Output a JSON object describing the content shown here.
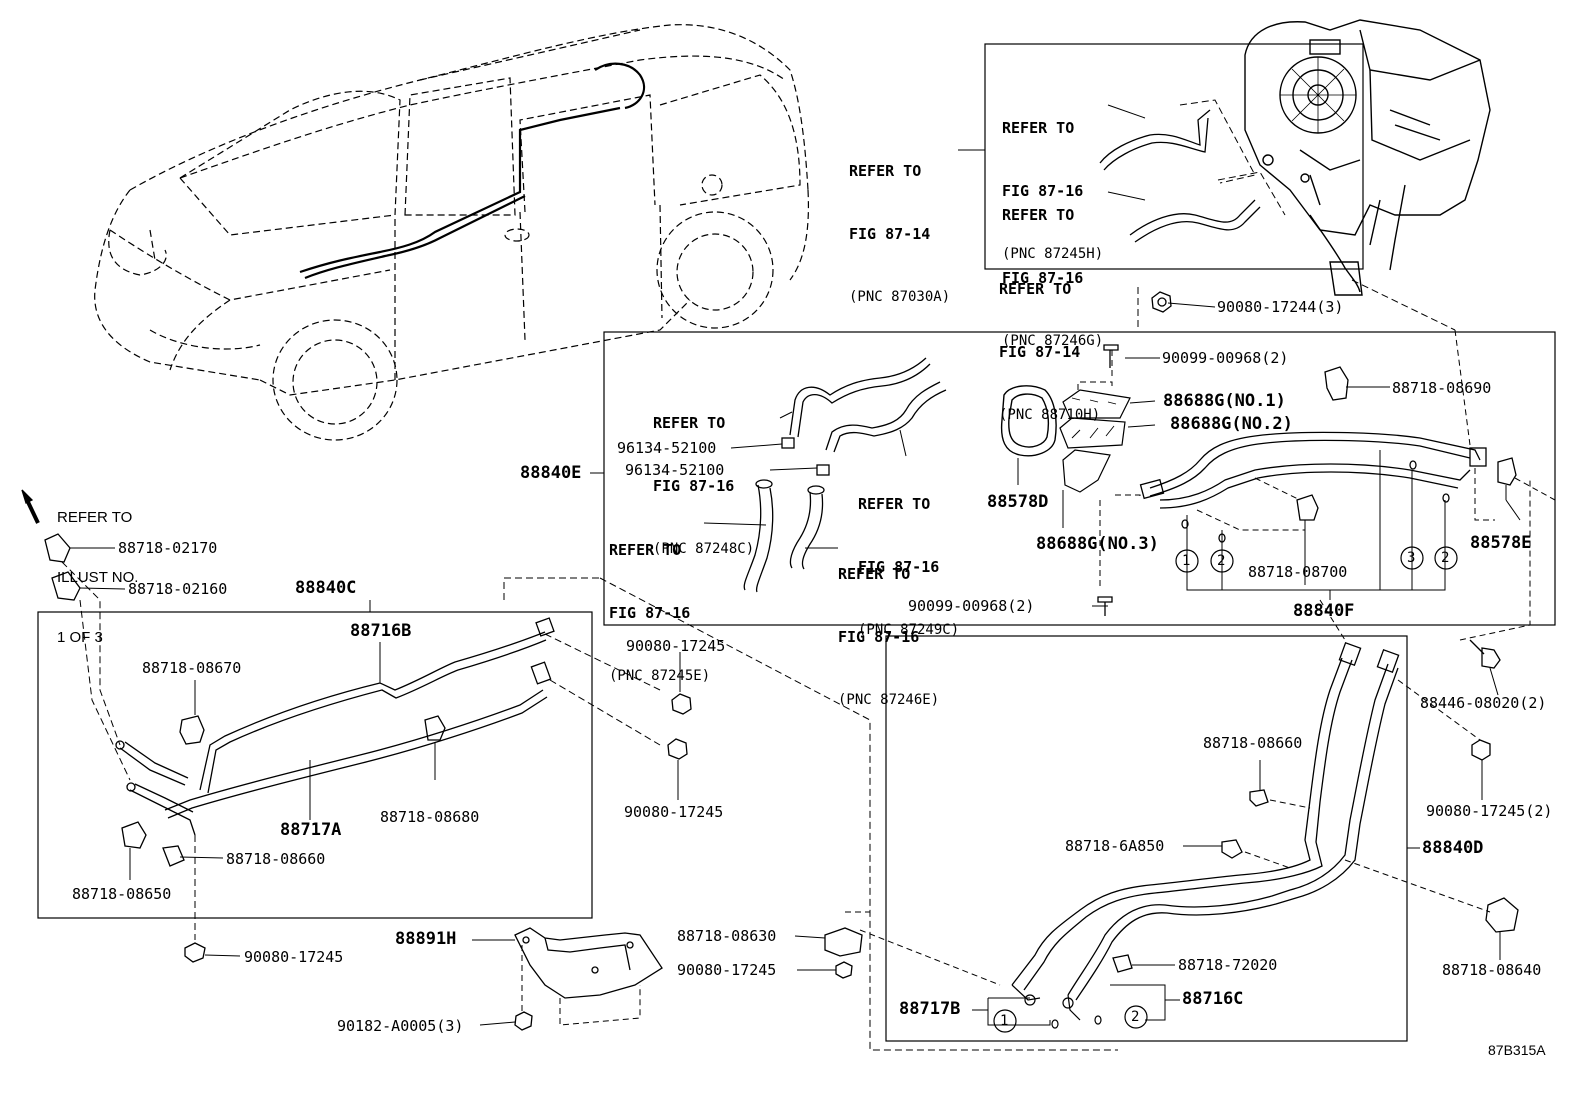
{
  "illustration_id": "87B315A",
  "refer_illust": [
    "REFER TO",
    "ILLUST NO.",
    "1 OF 3"
  ],
  "refs": {
    "r87030A": [
      "REFER TO",
      "FIG 87-14",
      "(PNC 87030A)"
    ],
    "r87245H": [
      "REFER TO",
      "FIG 87-16",
      "(PNC 87245H)"
    ],
    "r87246G": [
      "REFER TO",
      "FIG 87-16",
      "(PNC 87246G)"
    ],
    "r88710H": [
      "REFER TO",
      "FIG 87-14",
      "(PNC 88710H)"
    ],
    "r87248C": [
      "REFER TO",
      "FIG 87-16",
      "(PNC 87248C)"
    ],
    "r87249C": [
      "REFER TO",
      "FIG 87-16",
      "(PNC 87249C)"
    ],
    "r87245E": [
      "REFER TO",
      "FIG 87-16",
      "(PNC 87245E)"
    ],
    "r87246E": [
      "REFER TO",
      "FIG 87-16",
      "(PNC 87246E)"
    ]
  },
  "parts": {
    "p90080_17244": "90080-17244(3)",
    "p90099_00968_top": "90099-00968(2)",
    "p88718_08690": "88718-08690",
    "p88688G_1": "88688G(NO.1)",
    "p88688G_2": "88688G(NO.2)",
    "p88688G_3": "88688G(NO.3)",
    "p88578D": "88578D",
    "p88578E": "88578E",
    "p96134_a": "96134-52100",
    "p96134_b": "96134-52100",
    "p88840E": "88840E",
    "p88718_08700": "88718-08700",
    "p88840F": "88840F",
    "p90099_00968_bot": "90099-00968(2)",
    "p88718_02170": "88718-02170",
    "p88718_02160": "88718-02160",
    "p88840C": "88840C",
    "p88716B": "88716B",
    "p88718_08670": "88718-08670",
    "p88718_08680": "88718-08680",
    "p88717A": "88717A",
    "p88718_08660_l": "88718-08660",
    "p88718_08650": "88718-08650",
    "p90080_17245_a": "90080-17245",
    "p90080_17245_b": "90080-17245",
    "p90080_17245_c": "90080-17245",
    "p88891H": "88891H",
    "p90182": "90182-A0005(3)",
    "p88718_08630": "88718-08630",
    "p90080_17245_d": "90080-17245",
    "p88446": "88446-08020(2)",
    "p90080_17245_2": "90080-17245(2)",
    "p88718_08660_r": "88718-08660",
    "p88718_6A850": "88718-6A850",
    "p88840D": "88840D",
    "p88718_08640": "88718-08640",
    "p88718_72020": "88718-72020",
    "p88717B": "88717B",
    "p88716C": "88716C"
  },
  "callouts": [
    "1",
    "2",
    "3",
    "2",
    "1",
    "2"
  ]
}
